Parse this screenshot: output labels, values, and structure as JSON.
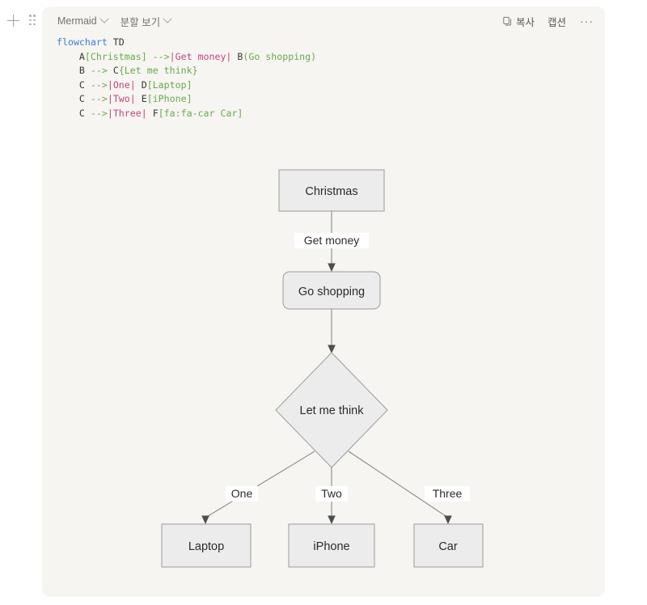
{
  "gutter": {
    "add_label": "+",
    "add_icon": "plus-icon",
    "drag_icon": "drag-handle-icon"
  },
  "header": {
    "language_label": "Mermaid",
    "view_mode_label": "분할 보기",
    "copy_label": "복사",
    "caption_label": "캡션",
    "more_label": "···",
    "copy_icon": "copy-icon",
    "chevron_icon": "chevron-down-icon"
  },
  "code": {
    "language": "mermaid",
    "lines": [
      {
        "indent": 0,
        "tokens": [
          {
            "t": "flowchart",
            "c": "kw"
          },
          {
            "t": " TD",
            "c": "plain"
          }
        ]
      },
      {
        "indent": 1,
        "tokens": [
          {
            "t": "A",
            "c": "plain"
          },
          {
            "t": "[Christmas]",
            "c": "node"
          },
          {
            "t": " ",
            "c": "plain"
          },
          {
            "t": "-->",
            "c": "arrow"
          },
          {
            "t": "|Get money|",
            "c": "label"
          },
          {
            "t": " B",
            "c": "plain"
          },
          {
            "t": "(Go shopping)",
            "c": "node"
          }
        ]
      },
      {
        "indent": 1,
        "tokens": [
          {
            "t": "B ",
            "c": "plain"
          },
          {
            "t": "-->",
            "c": "arrow"
          },
          {
            "t": " C",
            "c": "plain"
          },
          {
            "t": "{Let me think}",
            "c": "node"
          }
        ]
      },
      {
        "indent": 1,
        "tokens": [
          {
            "t": "C ",
            "c": "plain"
          },
          {
            "t": "-->",
            "c": "arrow"
          },
          {
            "t": "|One|",
            "c": "label"
          },
          {
            "t": " D",
            "c": "plain"
          },
          {
            "t": "[Laptop]",
            "c": "node"
          }
        ]
      },
      {
        "indent": 1,
        "tokens": [
          {
            "t": "C ",
            "c": "plain"
          },
          {
            "t": "-->",
            "c": "arrow"
          },
          {
            "t": "|Two|",
            "c": "label"
          },
          {
            "t": " E",
            "c": "plain"
          },
          {
            "t": "[iPhone]",
            "c": "node"
          }
        ]
      },
      {
        "indent": 1,
        "tokens": [
          {
            "t": "C ",
            "c": "plain"
          },
          {
            "t": "-->",
            "c": "arrow"
          },
          {
            "t": "|Three|",
            "c": "label"
          },
          {
            "t": " F",
            "c": "plain"
          },
          {
            "t": "[fa:fa-car Car]",
            "c": "node"
          }
        ]
      }
    ]
  },
  "diagram": {
    "type": "flowchart",
    "direction": "TD",
    "nodes": [
      {
        "id": "A",
        "label": "Christmas",
        "shape": "rect"
      },
      {
        "id": "B",
        "label": "Go shopping",
        "shape": "round-rect"
      },
      {
        "id": "C",
        "label": "Let me think",
        "shape": "diamond"
      },
      {
        "id": "D",
        "label": "Laptop",
        "shape": "rect"
      },
      {
        "id": "E",
        "label": "iPhone",
        "shape": "rect"
      },
      {
        "id": "F",
        "label": "Car",
        "shape": "rect"
      }
    ],
    "edges": [
      {
        "from": "A",
        "to": "B",
        "label": "Get money"
      },
      {
        "from": "B",
        "to": "C",
        "label": ""
      },
      {
        "from": "C",
        "to": "D",
        "label": "One"
      },
      {
        "from": "C",
        "to": "E",
        "label": "Two"
      },
      {
        "from": "C",
        "to": "F",
        "label": "Three"
      }
    ]
  },
  "colors": {
    "page_bg": "#ffffff",
    "block_bg": "#f6f5f1",
    "node_fill": "#ececec",
    "node_stroke": "#9a9a9a",
    "edge_stroke": "#8a8a8a",
    "keyword": "#3a7fd5",
    "node_token": "#6aa84f",
    "label_token": "#c0457e"
  }
}
